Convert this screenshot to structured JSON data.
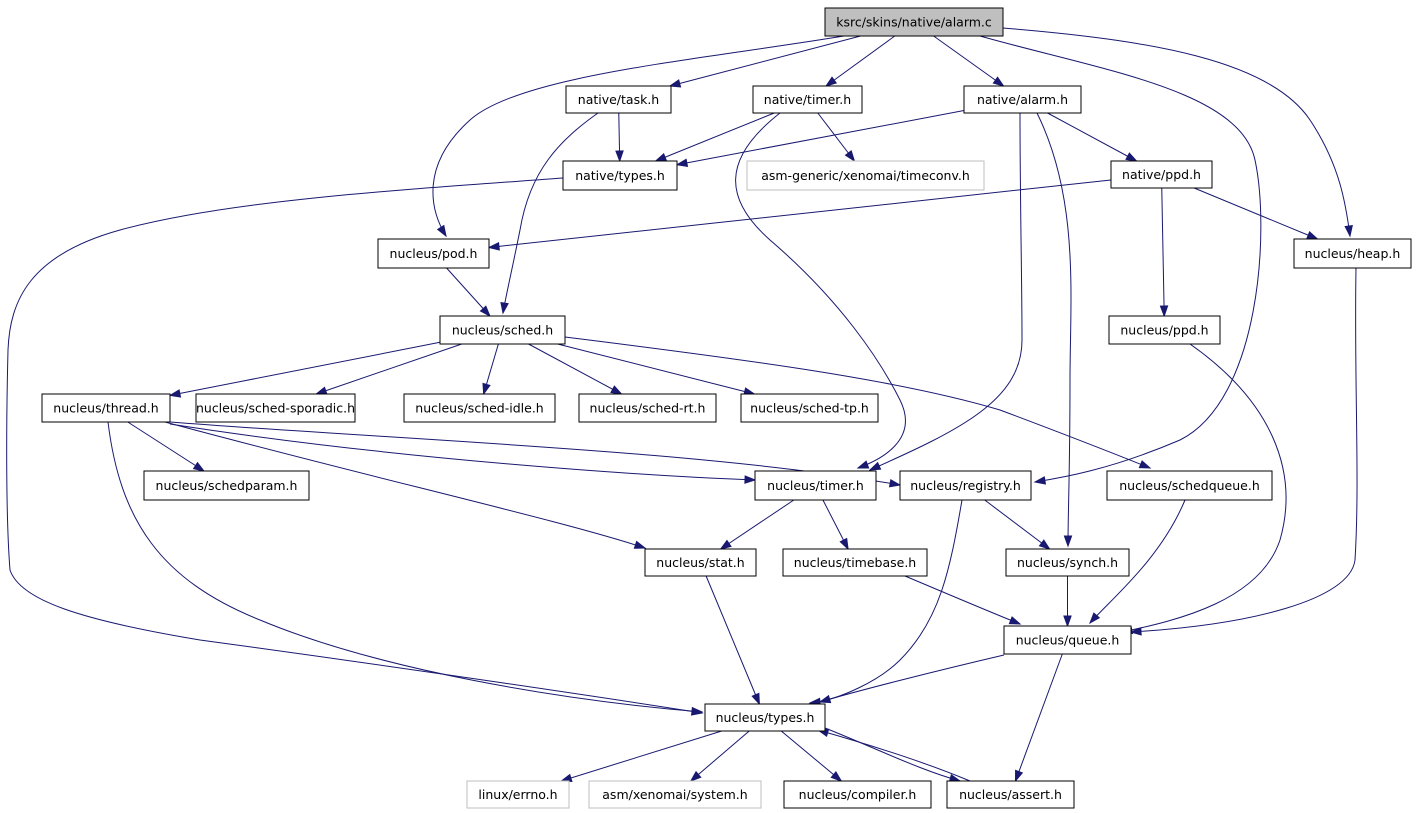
{
  "colors": {
    "edge": "#191970",
    "node_border": "#000000",
    "node_border_external": "#bfbfbf",
    "root_fill": "#bfbfbf",
    "node_fill": "#ffffff",
    "background": "#ffffff"
  },
  "nodes": [
    {
      "id": "alarm_c",
      "label": "ksrc/skins/native/alarm.c",
      "style": "root"
    },
    {
      "id": "native_task_h",
      "label": "native/task.h",
      "style": "normal"
    },
    {
      "id": "native_timer_h",
      "label": "native/timer.h",
      "style": "normal"
    },
    {
      "id": "native_alarm_h",
      "label": "native/alarm.h",
      "style": "normal"
    },
    {
      "id": "native_types_h",
      "label": "native/types.h",
      "style": "normal"
    },
    {
      "id": "timeconv_h",
      "label": "asm-generic/xenomai/timeconv.h",
      "style": "external"
    },
    {
      "id": "native_ppd_h",
      "label": "native/ppd.h",
      "style": "normal"
    },
    {
      "id": "nucleus_pod_h",
      "label": "nucleus/pod.h",
      "style": "normal"
    },
    {
      "id": "nucleus_heap_h",
      "label": "nucleus/heap.h",
      "style": "normal"
    },
    {
      "id": "nucleus_sched_h",
      "label": "nucleus/sched.h",
      "style": "normal"
    },
    {
      "id": "nucleus_ppd_h",
      "label": "nucleus/ppd.h",
      "style": "normal"
    },
    {
      "id": "nucleus_thread_h",
      "label": "nucleus/thread.h",
      "style": "normal"
    },
    {
      "id": "sched_sporadic_h",
      "label": "nucleus/sched-sporadic.h",
      "style": "normal"
    },
    {
      "id": "sched_idle_h",
      "label": "nucleus/sched-idle.h",
      "style": "normal"
    },
    {
      "id": "sched_rt_h",
      "label": "nucleus/sched-rt.h",
      "style": "normal"
    },
    {
      "id": "sched_tp_h",
      "label": "nucleus/sched-tp.h",
      "style": "normal"
    },
    {
      "id": "schedparam_h",
      "label": "nucleus/schedparam.h",
      "style": "normal"
    },
    {
      "id": "nucleus_timer_h",
      "label": "nucleus/timer.h",
      "style": "normal"
    },
    {
      "id": "registry_h",
      "label": "nucleus/registry.h",
      "style": "normal"
    },
    {
      "id": "schedqueue_h",
      "label": "nucleus/schedqueue.h",
      "style": "normal"
    },
    {
      "id": "stat_h",
      "label": "nucleus/stat.h",
      "style": "normal"
    },
    {
      "id": "timebase_h",
      "label": "nucleus/timebase.h",
      "style": "normal"
    },
    {
      "id": "synch_h",
      "label": "nucleus/synch.h",
      "style": "normal"
    },
    {
      "id": "queue_h",
      "label": "nucleus/queue.h",
      "style": "normal"
    },
    {
      "id": "nucleus_types_h",
      "label": "nucleus/types.h",
      "style": "normal"
    },
    {
      "id": "errno_h",
      "label": "linux/errno.h",
      "style": "external"
    },
    {
      "id": "system_h",
      "label": "asm/xenomai/system.h",
      "style": "external"
    },
    {
      "id": "compiler_h",
      "label": "nucleus/compiler.h",
      "style": "normal"
    },
    {
      "id": "assert_h",
      "label": "nucleus/assert.h",
      "style": "normal"
    }
  ],
  "edges": [
    {
      "from": "alarm_c",
      "to": "native_task_h"
    },
    {
      "from": "alarm_c",
      "to": "native_timer_h"
    },
    {
      "from": "alarm_c",
      "to": "native_alarm_h"
    },
    {
      "from": "alarm_c",
      "to": "nucleus_pod_h"
    },
    {
      "from": "alarm_c",
      "to": "nucleus_heap_h"
    },
    {
      "from": "alarm_c",
      "to": "registry_h"
    },
    {
      "from": "native_task_h",
      "to": "native_types_h"
    },
    {
      "from": "native_task_h",
      "to": "nucleus_sched_h"
    },
    {
      "from": "native_timer_h",
      "to": "native_types_h"
    },
    {
      "from": "native_timer_h",
      "to": "timeconv_h"
    },
    {
      "from": "native_timer_h",
      "to": "nucleus_timer_h"
    },
    {
      "from": "native_alarm_h",
      "to": "native_types_h"
    },
    {
      "from": "native_alarm_h",
      "to": "native_ppd_h"
    },
    {
      "from": "native_alarm_h",
      "to": "nucleus_timer_h"
    },
    {
      "from": "native_alarm_h",
      "to": "synch_h"
    },
    {
      "from": "native_types_h",
      "to": "nucleus_types_h"
    },
    {
      "from": "native_ppd_h",
      "to": "nucleus_pod_h"
    },
    {
      "from": "native_ppd_h",
      "to": "nucleus_heap_h"
    },
    {
      "from": "native_ppd_h",
      "to": "nucleus_ppd_h"
    },
    {
      "from": "nucleus_pod_h",
      "to": "nucleus_sched_h"
    },
    {
      "from": "nucleus_heap_h",
      "to": "queue_h"
    },
    {
      "from": "nucleus_ppd_h",
      "to": "queue_h"
    },
    {
      "from": "nucleus_sched_h",
      "to": "nucleus_thread_h"
    },
    {
      "from": "nucleus_sched_h",
      "to": "sched_sporadic_h"
    },
    {
      "from": "nucleus_sched_h",
      "to": "sched_idle_h"
    },
    {
      "from": "nucleus_sched_h",
      "to": "sched_rt_h"
    },
    {
      "from": "nucleus_sched_h",
      "to": "sched_tp_h"
    },
    {
      "from": "nucleus_sched_h",
      "to": "schedqueue_h"
    },
    {
      "from": "nucleus_thread_h",
      "to": "schedparam_h"
    },
    {
      "from": "nucleus_thread_h",
      "to": "nucleus_timer_h"
    },
    {
      "from": "nucleus_thread_h",
      "to": "registry_h"
    },
    {
      "from": "nucleus_thread_h",
      "to": "stat_h"
    },
    {
      "from": "nucleus_thread_h",
      "to": "nucleus_types_h"
    },
    {
      "from": "nucleus_timer_h",
      "to": "stat_h"
    },
    {
      "from": "nucleus_timer_h",
      "to": "timebase_h"
    },
    {
      "from": "registry_h",
      "to": "synch_h"
    },
    {
      "from": "registry_h",
      "to": "nucleus_types_h"
    },
    {
      "from": "schedqueue_h",
      "to": "queue_h"
    },
    {
      "from": "synch_h",
      "to": "queue_h"
    },
    {
      "from": "timebase_h",
      "to": "queue_h"
    },
    {
      "from": "stat_h",
      "to": "nucleus_types_h"
    },
    {
      "from": "queue_h",
      "to": "nucleus_types_h"
    },
    {
      "from": "queue_h",
      "to": "assert_h"
    },
    {
      "from": "nucleus_types_h",
      "to": "errno_h"
    },
    {
      "from": "nucleus_types_h",
      "to": "system_h"
    },
    {
      "from": "nucleus_types_h",
      "to": "compiler_h"
    },
    {
      "from": "nucleus_types_h",
      "to": "assert_h"
    },
    {
      "from": "assert_h",
      "to": "nucleus_types_h"
    }
  ]
}
